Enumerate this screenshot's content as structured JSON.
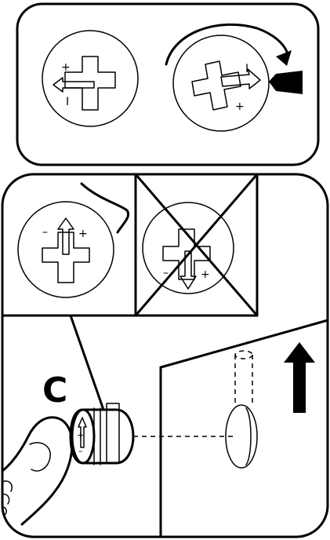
{
  "panel_top": {
    "left_symbol": {
      "plus": "+",
      "minus": "I"
    },
    "right_symbol": {
      "plus": "+",
      "minus": "I"
    }
  },
  "panel_bottom": {
    "correct_symbol": {
      "plus": "+",
      "minus": "–"
    },
    "wrong_symbol": {
      "plus": "+",
      "minus": "–"
    },
    "battery_symbol": {
      "plus": "+",
      "minus": "–"
    },
    "step_letter": "C"
  }
}
